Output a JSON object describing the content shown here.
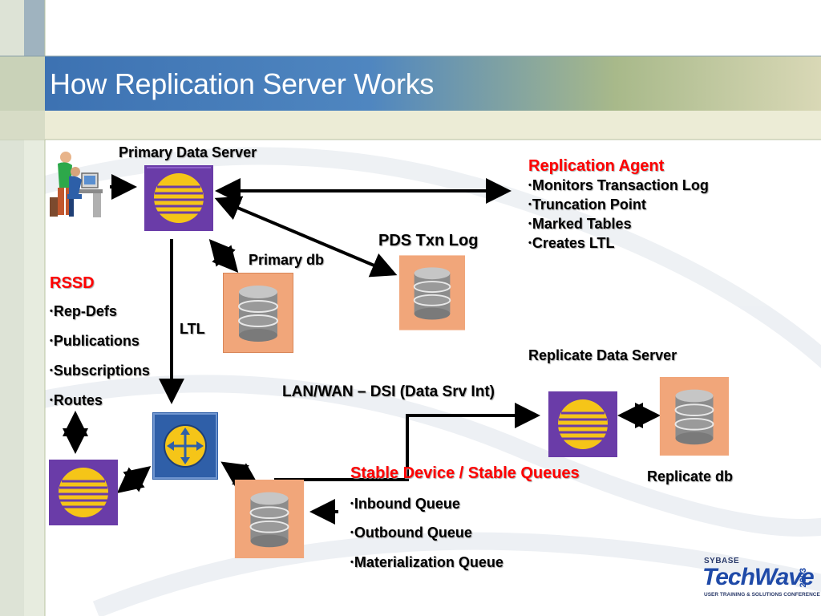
{
  "title": "How Replication Server Works",
  "primary_data_server": "Primary Data Server",
  "replication_agent": {
    "heading": "Replication Agent",
    "items": [
      "Monitors Transaction Log",
      "Truncation Point",
      "Marked Tables",
      "Creates LTL"
    ]
  },
  "pds_txn_log": "PDS Txn Log",
  "primary_db": "Primary db",
  "ltl": "LTL",
  "rssd": {
    "heading": "RSSD",
    "items": [
      "Rep-Defs",
      "Publications",
      "Subscriptions",
      "Routes"
    ]
  },
  "replicate_data_server": "Replicate Data Server",
  "lan_wan": "LAN/WAN – DSI (Data Srv Int)",
  "stable_device": {
    "heading": "Stable Device / Stable Queues",
    "items": [
      "Inbound Queue",
      "Outbound Queue",
      "Materialization Queue"
    ]
  },
  "replicate_db": "Replicate db",
  "logo": {
    "brand": "SYBASE",
    "name": "TechWave",
    "year": "2003",
    "tagline": "USER TRAINING & SOLUTIONS CONFERENCE"
  },
  "colors": {
    "server_purple": "#6a3ca8",
    "server_yellow": "#f5c518",
    "db_orange": "#f1a67a",
    "router_blue": "#2f5fa8",
    "accent_red": "#ff0000",
    "header_blue": "#2b5fa6"
  },
  "icons": [
    "user-workstation-icon",
    "server-icon",
    "database-icon",
    "replication-server-router-icon"
  ]
}
